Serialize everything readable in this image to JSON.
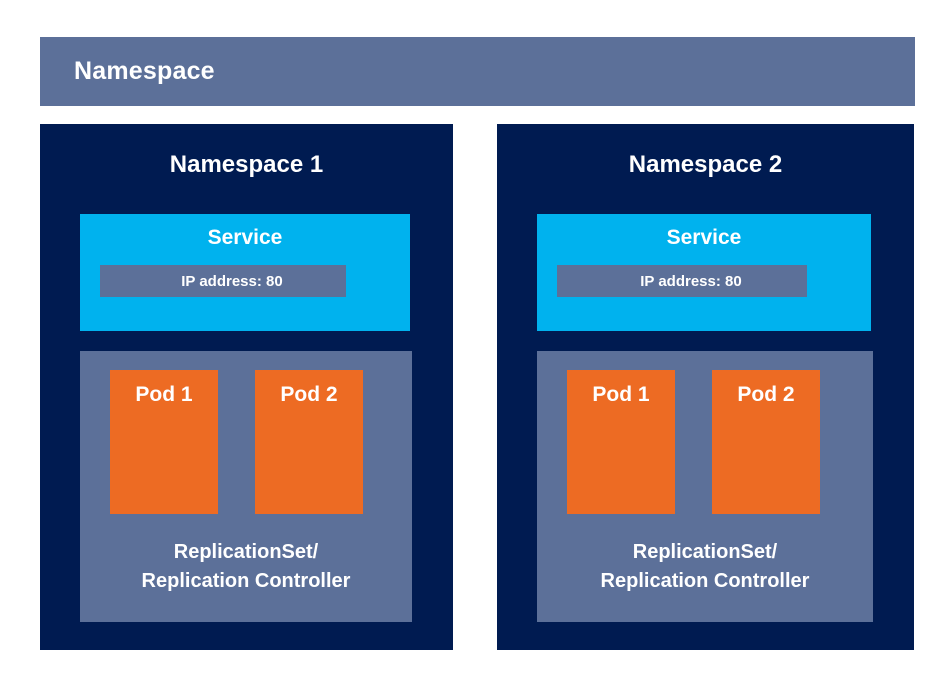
{
  "diagram": {
    "banner": {
      "title": "Namespace"
    },
    "colors": {
      "slate": "#5c7099",
      "navy": "#001b51",
      "cyan": "#00b2ee",
      "orange": "#ed6b23",
      "text": "#ffffff",
      "background": "#ffffff"
    },
    "namespaces": [
      {
        "title": "Namespace 1",
        "service": {
          "title": "Service",
          "ip_label": "IP address: 80"
        },
        "replication": {
          "caption_line1": "ReplicationSet/",
          "caption_line2": "Replication Controller",
          "pods": [
            {
              "label": "Pod 1"
            },
            {
              "label": "Pod 2"
            }
          ]
        }
      },
      {
        "title": "Namespace 2",
        "service": {
          "title": "Service",
          "ip_label": "IP address: 80"
        },
        "replication": {
          "caption_line1": "ReplicationSet/",
          "caption_line2": "Replication Controller",
          "pods": [
            {
              "label": "Pod 1"
            },
            {
              "label": "Pod 2"
            }
          ]
        }
      }
    ]
  }
}
